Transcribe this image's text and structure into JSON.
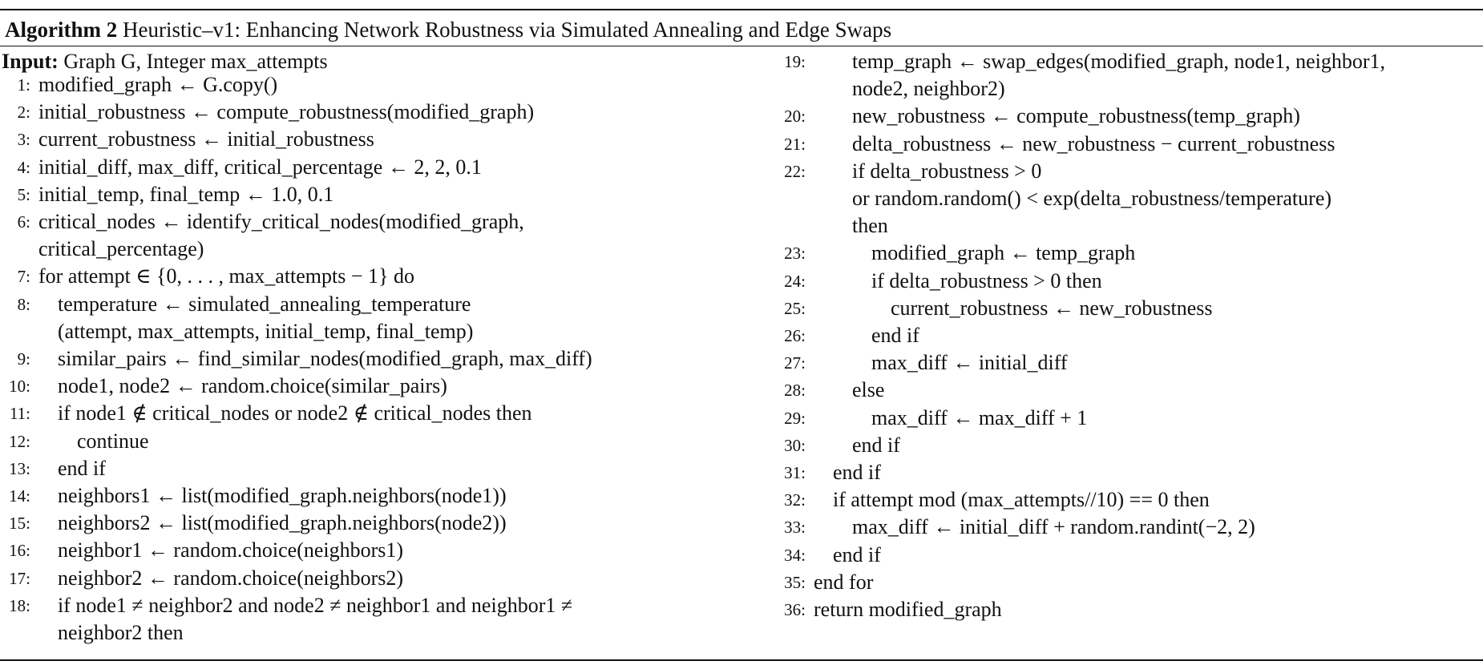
{
  "caption": {
    "label": "Algorithm 2",
    "title": "Heuristic–v1: Enhancing Network Robustness via Simulated Annealing and Edge Swaps"
  },
  "input_line": {
    "label": "Input:",
    "text": "Graph G, Integer max_attempts"
  },
  "left_lines": [
    {
      "num": "1:",
      "indent": 0,
      "text": "modified_graph ← G.copy()"
    },
    {
      "num": "2:",
      "indent": 0,
      "text": "initial_robustness ← compute_robustness(modified_graph)"
    },
    {
      "num": "3:",
      "indent": 0,
      "text": "current_robustness ← initial_robustness"
    },
    {
      "num": "4:",
      "indent": 0,
      "text": "initial_diff, max_diff, critical_percentage ← 2, 2, 0.1"
    },
    {
      "num": "5:",
      "indent": 0,
      "text": "initial_temp, final_temp ← 1.0, 0.1"
    },
    {
      "num": "6:",
      "indent": 0,
      "text": "critical_nodes ← identify_critical_nodes(modified_graph,"
    },
    {
      "num": "",
      "indent": 0,
      "text": "critical_percentage)"
    },
    {
      "num": "7:",
      "indent": 0,
      "text": "for attempt ∈ {0, . . . , max_attempts − 1} do"
    },
    {
      "num": "8:",
      "indent": 1,
      "text": "temperature ← simulated_annealing_temperature"
    },
    {
      "num": "",
      "indent": 1,
      "text": "(attempt, max_attempts, initial_temp, final_temp)"
    },
    {
      "num": "9:",
      "indent": 1,
      "text": "similar_pairs ← find_similar_nodes(modified_graph, max_diff)"
    },
    {
      "num": "10:",
      "indent": 1,
      "text": "node1, node2 ← random.choice(similar_pairs)"
    },
    {
      "num": "11:",
      "indent": 1,
      "text": "if node1 ∉ critical_nodes or node2 ∉ critical_nodes then"
    },
    {
      "num": "12:",
      "indent": 2,
      "text": "continue"
    },
    {
      "num": "13:",
      "indent": 1,
      "text": "end if"
    },
    {
      "num": "14:",
      "indent": 1,
      "text": "neighbors1 ← list(modified_graph.neighbors(node1))"
    },
    {
      "num": "15:",
      "indent": 1,
      "text": "neighbors2 ← list(modified_graph.neighbors(node2))"
    },
    {
      "num": "16:",
      "indent": 1,
      "text": "neighbor1 ← random.choice(neighbors1)"
    },
    {
      "num": "17:",
      "indent": 1,
      "text": "neighbor2 ← random.choice(neighbors2)"
    },
    {
      "num": "18:",
      "indent": 1,
      "text": "if node1 ≠ neighbor2 and node2 ≠ neighbor1 and neighbor1 ≠"
    },
    {
      "num": "",
      "indent": 1,
      "text": "neighbor2 then"
    }
  ],
  "right_lines": [
    {
      "num": "19:",
      "indent": 2,
      "text": "temp_graph ← swap_edges(modified_graph, node1, neighbor1,"
    },
    {
      "num": "",
      "indent": 2,
      "text": "node2, neighbor2)"
    },
    {
      "num": "20:",
      "indent": 2,
      "text": "new_robustness ← compute_robustness(temp_graph)"
    },
    {
      "num": "21:",
      "indent": 2,
      "text": "delta_robustness ← new_robustness − current_robustness"
    },
    {
      "num": "22:",
      "indent": 2,
      "text": "if delta_robustness > 0"
    },
    {
      "num": "",
      "indent": 2,
      "text": " or random.random() < exp(delta_robustness/temperature)"
    },
    {
      "num": "",
      "indent": 2,
      "text": "then"
    },
    {
      "num": "23:",
      "indent": 3,
      "text": "modified_graph ← temp_graph"
    },
    {
      "num": "24:",
      "indent": 3,
      "text": "if delta_robustness > 0 then"
    },
    {
      "num": "25:",
      "indent": 4,
      "text": "current_robustness ← new_robustness"
    },
    {
      "num": "26:",
      "indent": 3,
      "text": "end if"
    },
    {
      "num": "27:",
      "indent": 3,
      "text": "max_diff ← initial_diff"
    },
    {
      "num": "28:",
      "indent": 2,
      "text": "else"
    },
    {
      "num": "29:",
      "indent": 3,
      "text": "max_diff ← max_diff + 1"
    },
    {
      "num": "30:",
      "indent": 2,
      "text": "end if"
    },
    {
      "num": "31:",
      "indent": 1,
      "text": "end if"
    },
    {
      "num": "32:",
      "indent": 1,
      "text": "if attempt mod (max_attempts//10) == 0 then"
    },
    {
      "num": "33:",
      "indent": 2,
      "text": "max_diff ← initial_diff + random.randint(−2, 2)"
    },
    {
      "num": "34:",
      "indent": 1,
      "text": "end if"
    },
    {
      "num": "35:",
      "indent": 0,
      "text": "end for"
    },
    {
      "num": "36:",
      "indent": 0,
      "text": "return  modified_graph"
    }
  ]
}
